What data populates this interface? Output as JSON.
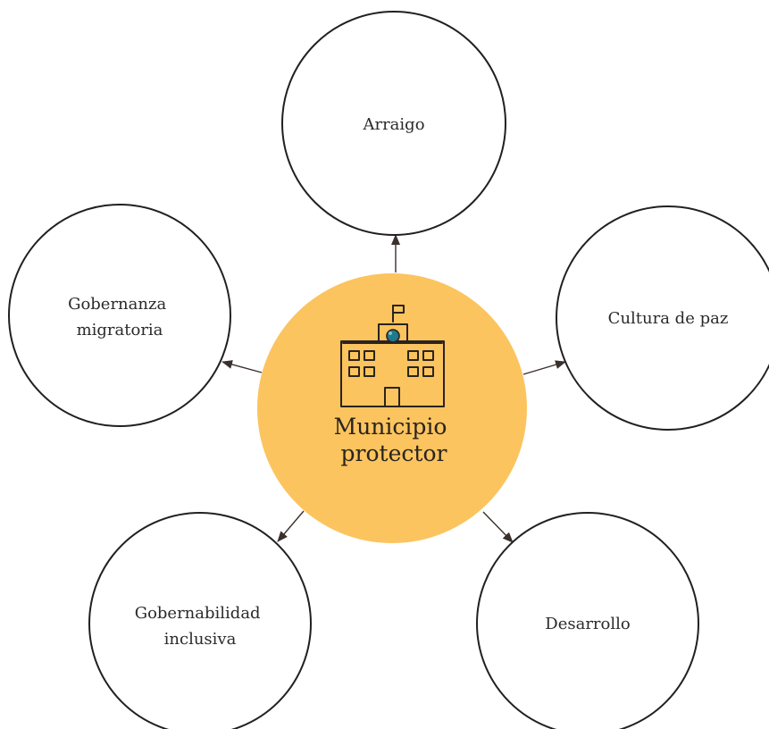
{
  "center": {
    "lines": [
      "Municipio",
      "protector"
    ],
    "icon": "school-building-icon",
    "fill_color": "#fbc45e"
  },
  "nodes": [
    {
      "id": "arraigo",
      "lines": [
        "Arraigo"
      ]
    },
    {
      "id": "cultura-de-paz",
      "lines": [
        "Cultura de paz"
      ]
    },
    {
      "id": "desarrollo",
      "lines": [
        "Desarrollo"
      ]
    },
    {
      "id": "gobernabilidad-inclusiva",
      "lines": [
        "Gobernabilidad",
        "inclusiva"
      ]
    },
    {
      "id": "gobernanza-migratoria",
      "lines": [
        "Gobernanza",
        "migratoria"
      ]
    }
  ],
  "colors": {
    "stroke": "#231f20",
    "arrow": "#3a302c",
    "icon_dot": "#1e7a8c"
  }
}
